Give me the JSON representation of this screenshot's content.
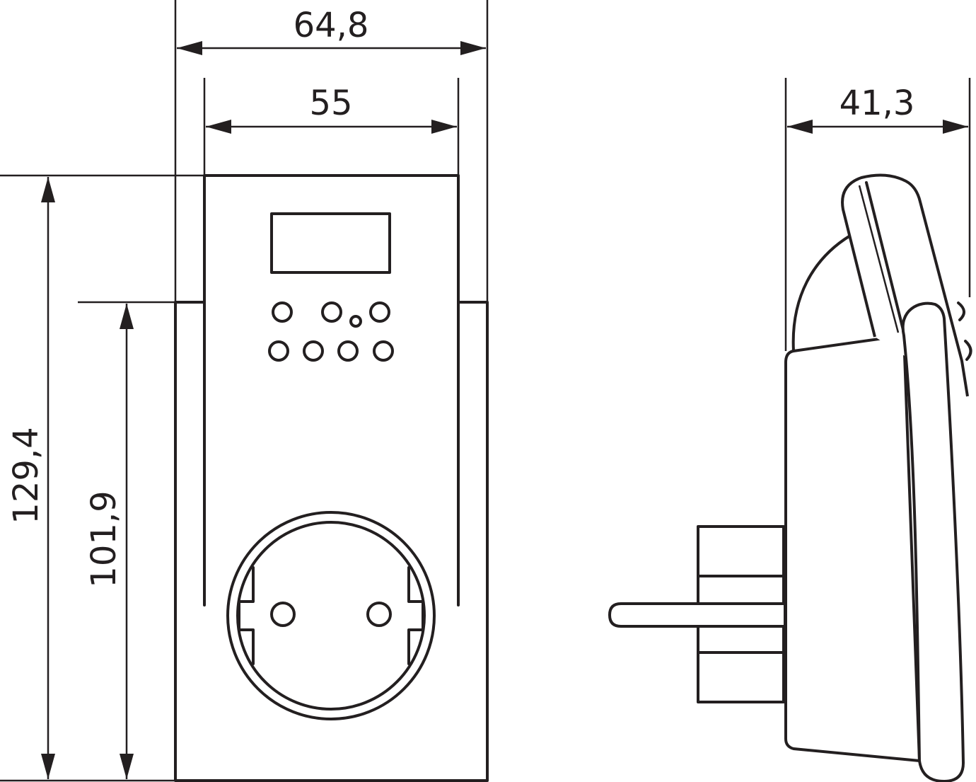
{
  "dimensions": {
    "overall_width": "64,8",
    "body_width": "55",
    "side_depth": "41,3",
    "overall_height": "129,4",
    "frame_height": "101,9"
  }
}
